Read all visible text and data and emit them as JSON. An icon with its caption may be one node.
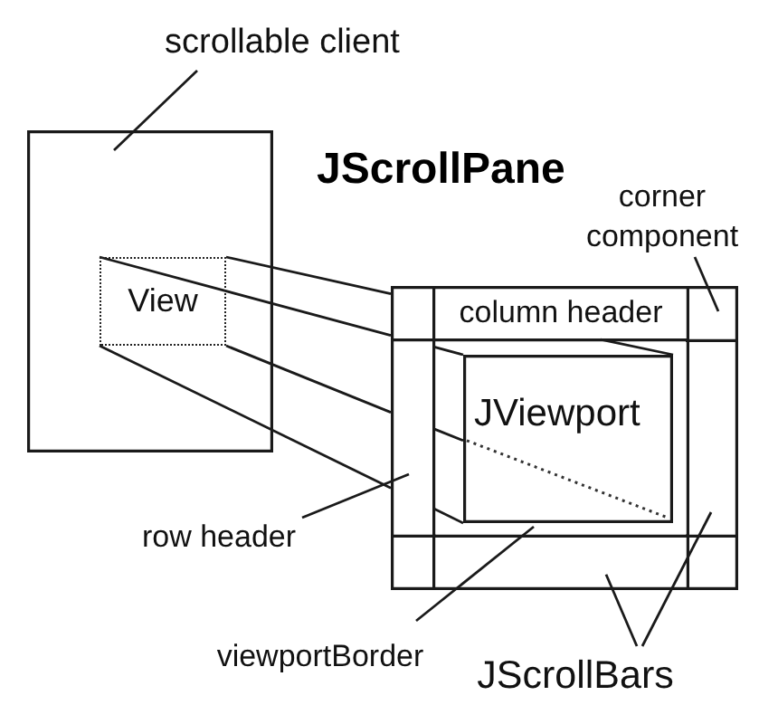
{
  "diagram": {
    "title": "JScrollPane",
    "nodes": [
      {
        "text": [
          "scrollable client"
        ]
      },
      {
        "text": [],
        "shape": "box"
      },
      {
        "text": [
          "View"
        ],
        "in": 1
      },
      {
        "text": [
          "corner component"
        ]
      },
      {
        "text": [],
        "shape": "box"
      },
      {
        "text": [
          "column header"
        ],
        "in": 4
      },
      {
        "text": [],
        "shape": "box",
        "in": 4
      },
      {
        "text": [],
        "shape": "box",
        "in": 4
      },
      {
        "text": [],
        "shape": "box",
        "in": 4
      },
      {
        "text": [
          "JViewport"
        ],
        "in": 8
      },
      {
        "text": [],
        "shape": "box",
        "in": 4
      },
      {
        "text": [],
        "shape": "box",
        "in": 4
      },
      {
        "text": [
          "row header"
        ]
      },
      {
        "text": [
          "viewportBorder"
        ]
      },
      {
        "text": [
          "JScrollBars"
        ]
      }
    ],
    "edges": [
      {
        "from": 0,
        "to": 1,
        "arrow": "none"
      },
      {
        "from": 2,
        "to": 4,
        "arrow": "none"
      },
      {
        "from": 2,
        "to": 4,
        "arrow": "none"
      },
      {
        "from": 2,
        "to": 4,
        "arrow": "none"
      },
      {
        "from": 2,
        "to": 4,
        "arrow": "none"
      },
      {
        "from": 3,
        "to": 6,
        "arrow": "none"
      },
      {
        "from": 8,
        "to": 9,
        "arrow": "none"
      },
      {
        "from": 8,
        "to": 9,
        "arrow": "none"
      },
      {
        "from": 8,
        "to": 9,
        "arrow": "none"
      },
      {
        "from": 8,
        "to": 9,
        "arrow": "none"
      },
      {
        "from": 12,
        "to": 7,
        "arrow": "none"
      },
      {
        "from": 13,
        "to": 8,
        "arrow": "none"
      },
      {
        "from": 14,
        "to": 11,
        "arrow": "none"
      },
      {
        "from": 14,
        "to": 10,
        "arrow": "none"
      }
    ]
  }
}
